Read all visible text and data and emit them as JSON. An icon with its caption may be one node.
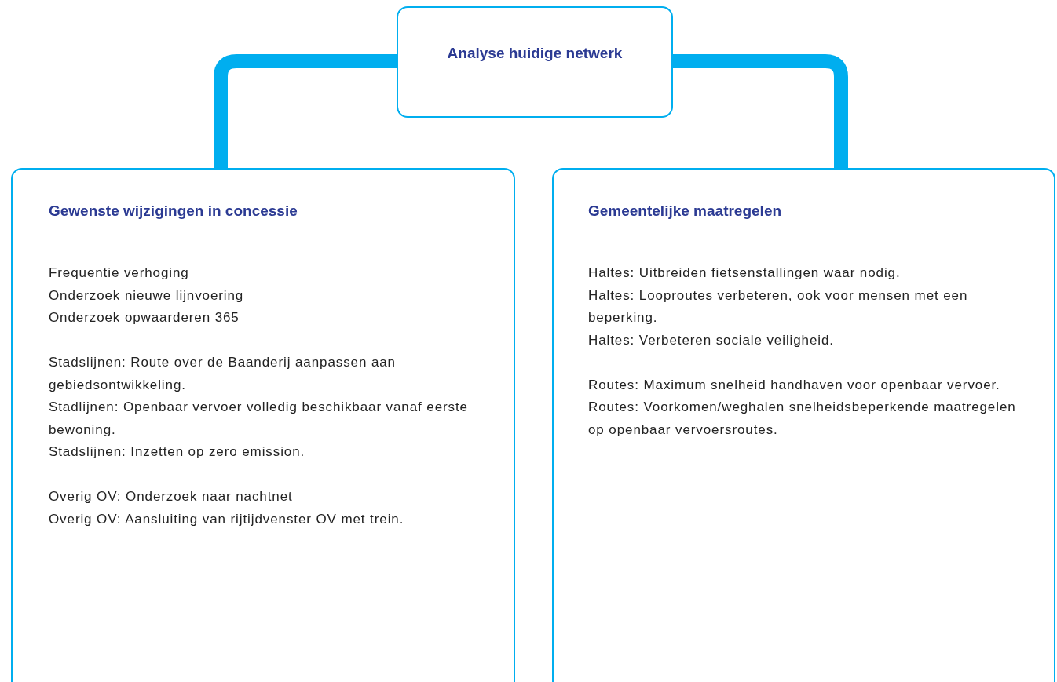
{
  "diagram": {
    "nodes": [
      {
        "text": [
          "Analyse huidige netwerk"
        ]
      },
      {
        "text": [
          "Gewenste wijzigingen in concessie",
          "Frequentie verhoging",
          "Onderzoek nieuwe lijnvoering",
          "Onderzoek opwaarderen 365",
          "Stadslijnen: Route over de Baanderij aanpassen aan gebiedsontwikkeling.",
          "Stadlijnen: Openbaar vervoer volledig beschikbaar vanaf eerste bewoning.",
          "Stadslijnen: Inzetten op zero emission.",
          "Overig OV: Onderzoek naar nachtnet",
          "Overig OV: Aansluiting van rijtijdvenster OV met trein."
        ]
      },
      {
        "text": [
          "Gemeentelijke maatregelen",
          "Haltes: Uitbreiden fietsenstallingen waar nodig.",
          "Haltes: Looproutes verbeteren, ook voor mensen met een beperking.",
          "Haltes: Verbeteren sociale veiligheid.",
          "Routes: Maximum snelheid handhaven voor openbaar vervoer.",
          "Routes: Voorkomen/weghalen snelheidsbeperkende maatregelen op openbaar vervoersroutes."
        ]
      }
    ],
    "edges": [
      {
        "from": 0,
        "to": 1,
        "arrow": "none"
      },
      {
        "from": 0,
        "to": 2,
        "arrow": "none"
      }
    ]
  }
}
